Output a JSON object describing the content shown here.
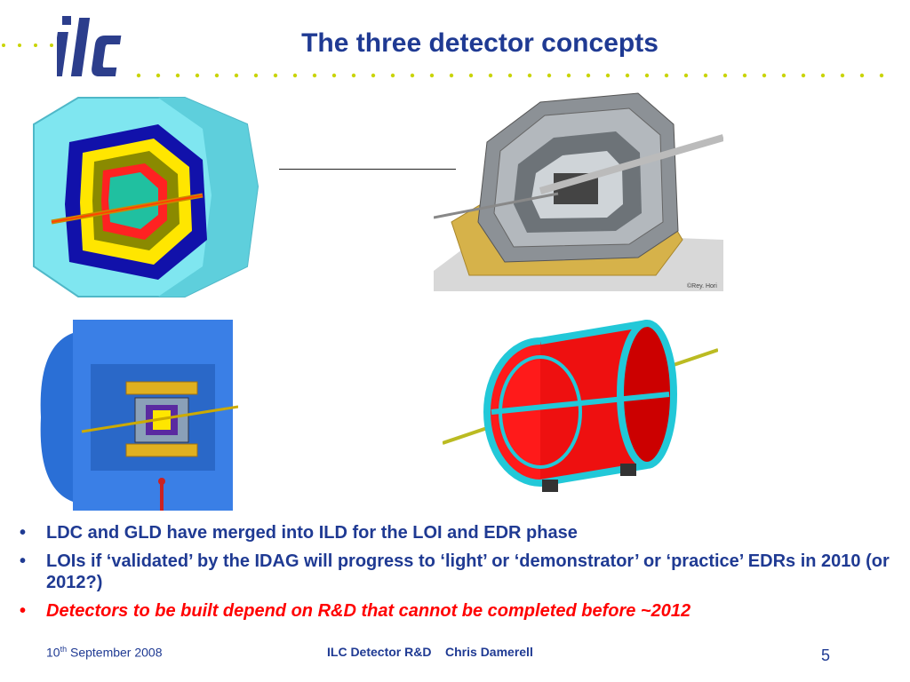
{
  "slide": {
    "title": "The three detector concepts",
    "logo_text": "ilc",
    "credit": "©Rey. Hori",
    "bullets": [
      "LDC and GLD have merged into ILD for the LOI and EDR phase",
      "LOIs if ‘validated’ by the IDAG will progress to ‘light’ or ‘demonstrator’ or ‘practice’ EDRs in 2010 (or 2012?)",
      "Detectors to be built depend on R&D that cannot be completed before ~2012"
    ],
    "bullet_marker": "•"
  },
  "footer": {
    "date_day": "10",
    "date_suffix": "th",
    "date_rest": " September 2008",
    "center": "ILC Detector R&D    Chris Damerell",
    "page": "5"
  },
  "colors": {
    "title": "#1f3a93",
    "accent_red": "#ff0000",
    "dots": "#c9d400"
  }
}
